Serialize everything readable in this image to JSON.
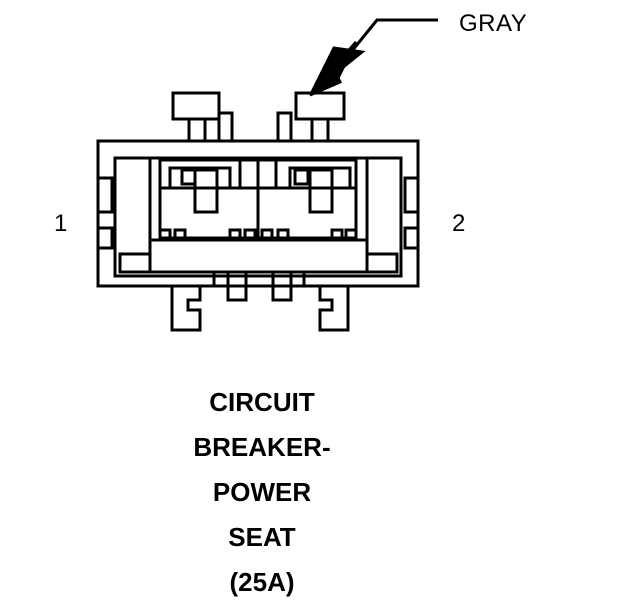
{
  "wire_color_label": "GRAY",
  "pins": {
    "left": "1",
    "right": "2"
  },
  "caption": {
    "line1": "CIRCUIT",
    "line2": "BREAKER-",
    "line3": "POWER",
    "line4": "SEAT",
    "line5": "(25A)"
  }
}
